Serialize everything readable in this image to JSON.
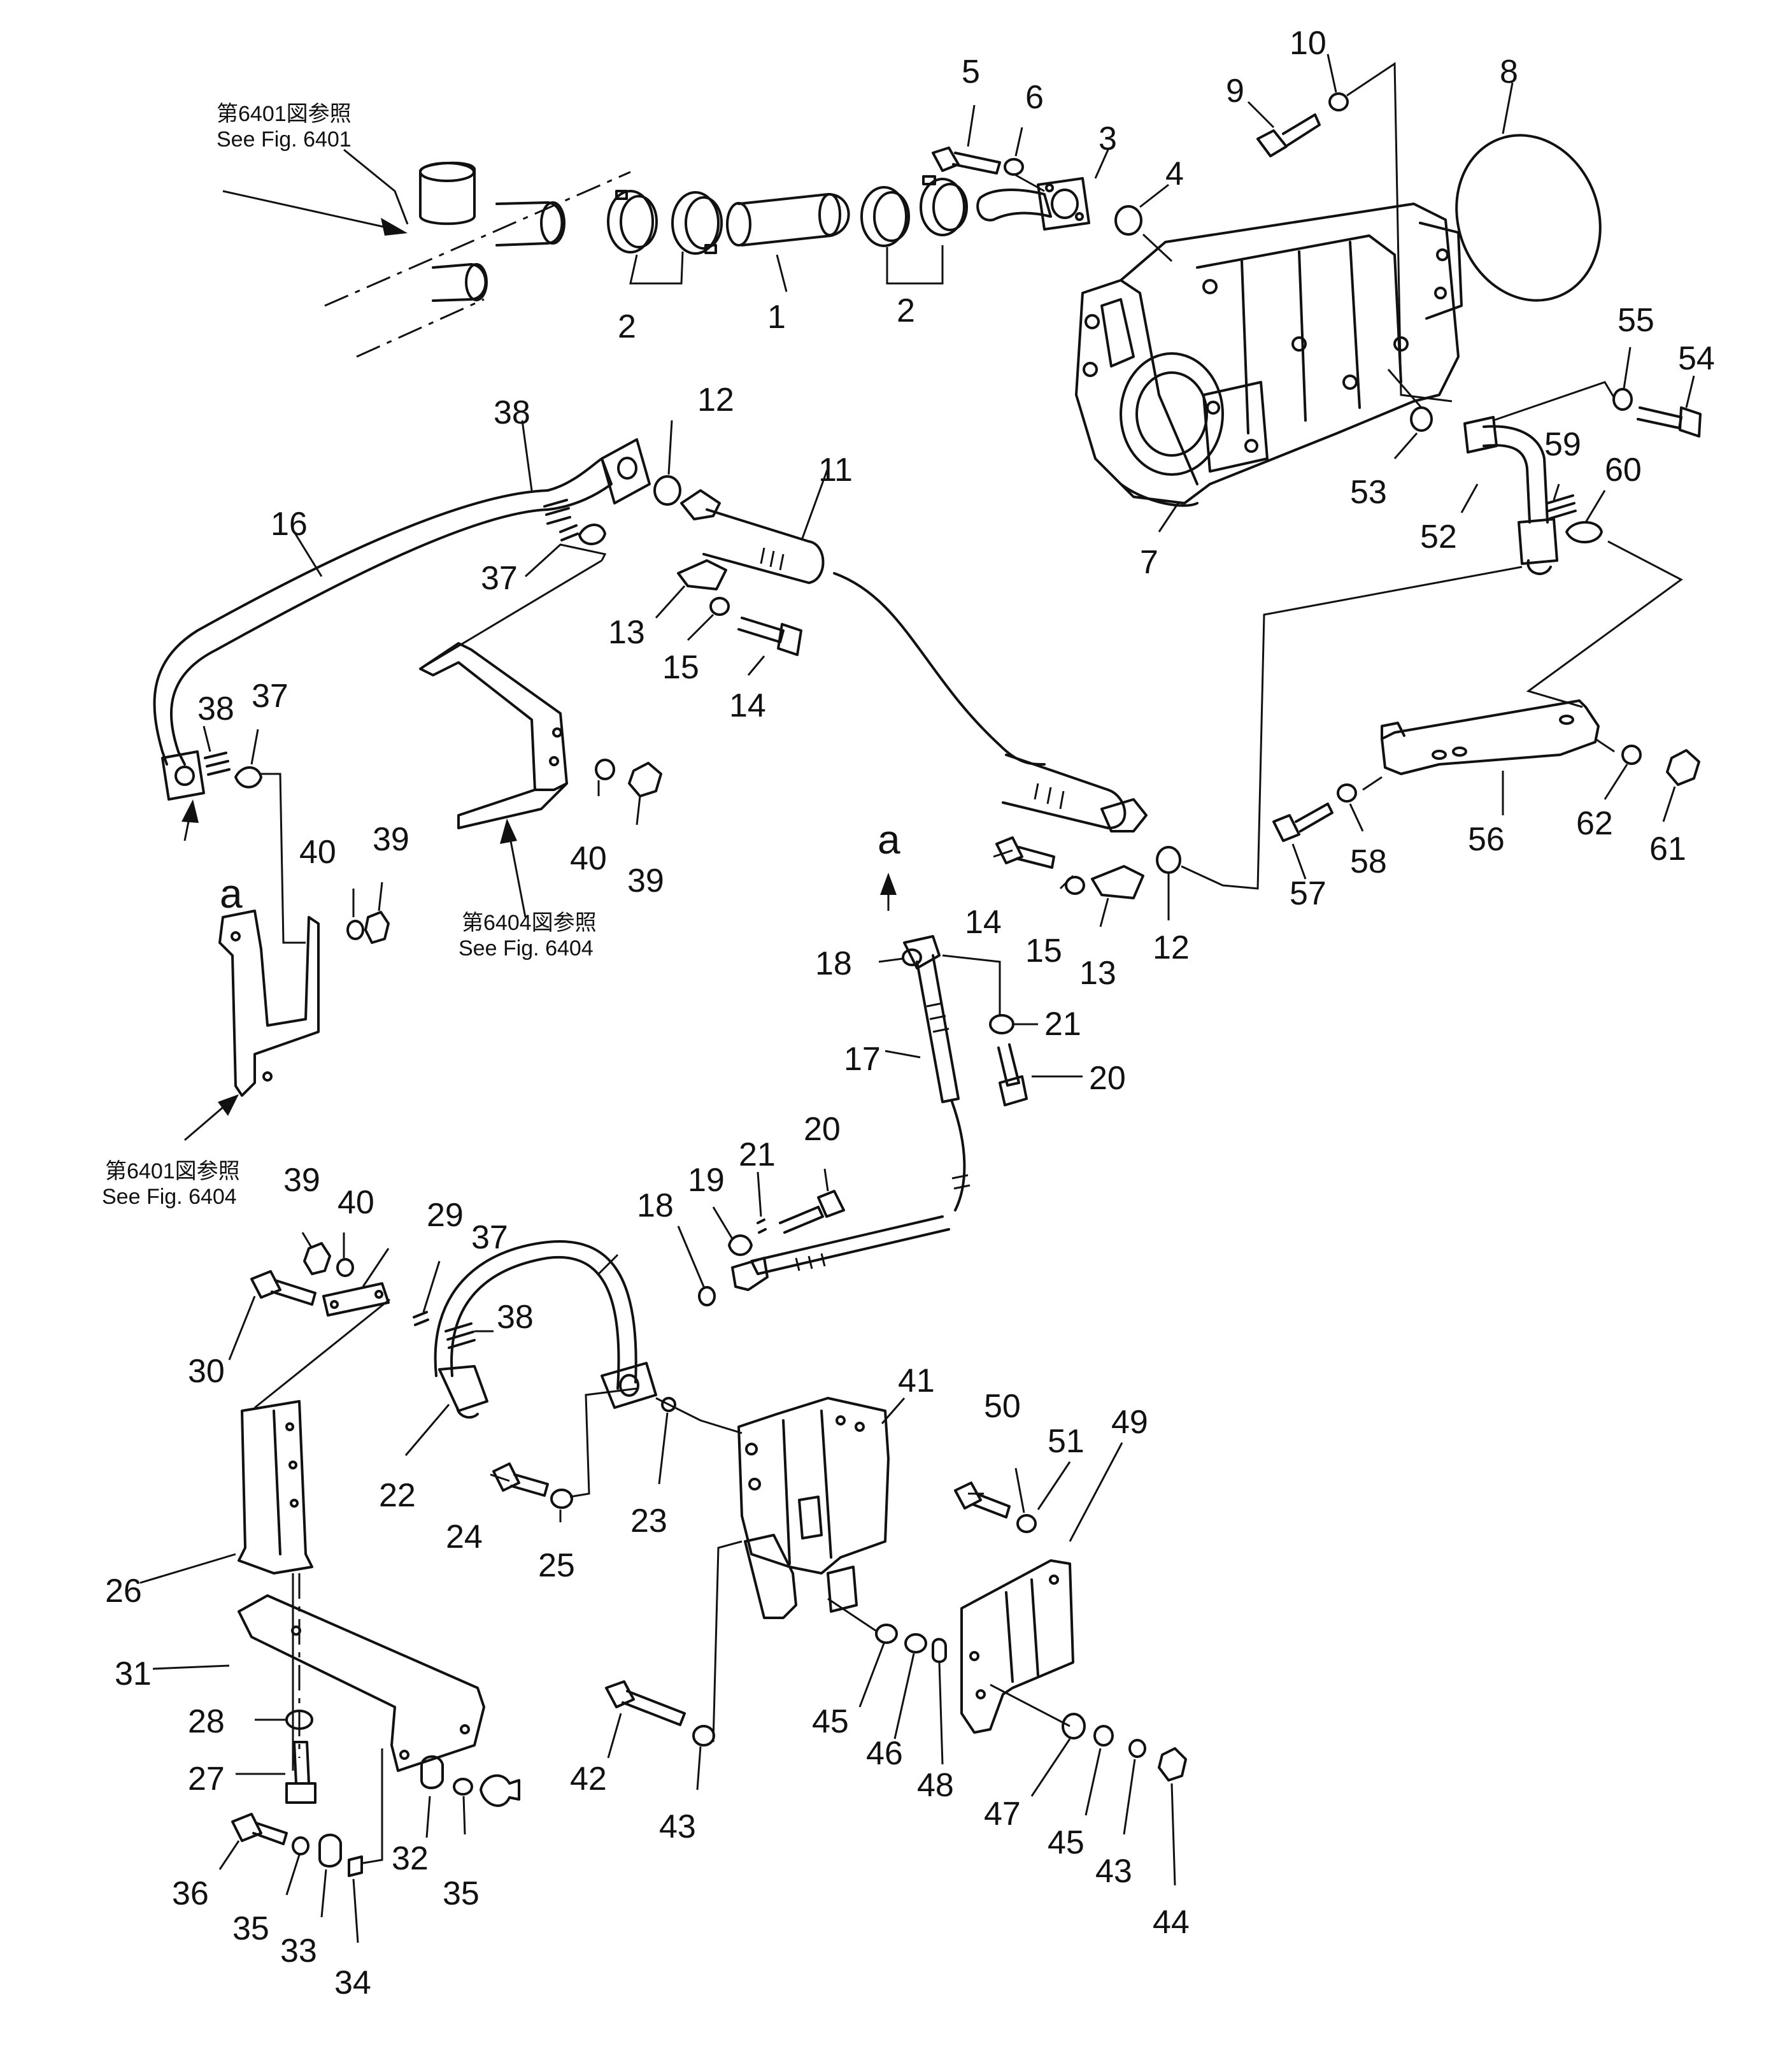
{
  "references": [
    {
      "id": "ref-6401-top",
      "jp": "第6401図参照",
      "en": "See Fig. 6401"
    },
    {
      "id": "ref-6404-mid",
      "jp": "第6404図参照",
      "en": "See Fig. 6404"
    },
    {
      "id": "ref-6401-left",
      "jp": "第6401図参照",
      "en": "See Fig. 6404"
    }
  ],
  "markers": {
    "a_top": "a",
    "a_left": "a"
  },
  "callouts": [
    {
      "label": "1"
    },
    {
      "label": "2"
    },
    {
      "label": "2"
    },
    {
      "label": "3"
    },
    {
      "label": "4"
    },
    {
      "label": "5"
    },
    {
      "label": "6"
    },
    {
      "label": "7"
    },
    {
      "label": "8"
    },
    {
      "label": "9"
    },
    {
      "label": "10"
    },
    {
      "label": "11"
    },
    {
      "label": "12"
    },
    {
      "label": "12"
    },
    {
      "label": "13"
    },
    {
      "label": "13"
    },
    {
      "label": "14"
    },
    {
      "label": "14"
    },
    {
      "label": "15"
    },
    {
      "label": "15"
    },
    {
      "label": "16"
    },
    {
      "label": "17"
    },
    {
      "label": "18"
    },
    {
      "label": "18"
    },
    {
      "label": "19"
    },
    {
      "label": "20"
    },
    {
      "label": "20"
    },
    {
      "label": "21"
    },
    {
      "label": "21"
    },
    {
      "label": "22"
    },
    {
      "label": "23"
    },
    {
      "label": "24"
    },
    {
      "label": "25"
    },
    {
      "label": "26"
    },
    {
      "label": "27"
    },
    {
      "label": "28"
    },
    {
      "label": "29"
    },
    {
      "label": "30"
    },
    {
      "label": "31"
    },
    {
      "label": "32"
    },
    {
      "label": "33"
    },
    {
      "label": "34"
    },
    {
      "label": "35"
    },
    {
      "label": "35"
    },
    {
      "label": "36"
    },
    {
      "label": "37"
    },
    {
      "label": "37"
    },
    {
      "label": "37"
    },
    {
      "label": "38"
    },
    {
      "label": "38"
    },
    {
      "label": "38"
    },
    {
      "label": "39"
    },
    {
      "label": "39"
    },
    {
      "label": "39"
    },
    {
      "label": "40"
    },
    {
      "label": "40"
    },
    {
      "label": "40"
    },
    {
      "label": "41"
    },
    {
      "label": "42"
    },
    {
      "label": "43"
    },
    {
      "label": "43"
    },
    {
      "label": "44"
    },
    {
      "label": "45"
    },
    {
      "label": "45"
    },
    {
      "label": "46"
    },
    {
      "label": "47"
    },
    {
      "label": "48"
    },
    {
      "label": "49"
    },
    {
      "label": "50"
    },
    {
      "label": "51"
    },
    {
      "label": "52"
    },
    {
      "label": "53"
    },
    {
      "label": "54"
    },
    {
      "label": "55"
    },
    {
      "label": "56"
    },
    {
      "label": "57"
    },
    {
      "label": "58"
    },
    {
      "label": "59"
    },
    {
      "label": "60"
    },
    {
      "label": "61"
    },
    {
      "label": "62"
    }
  ]
}
